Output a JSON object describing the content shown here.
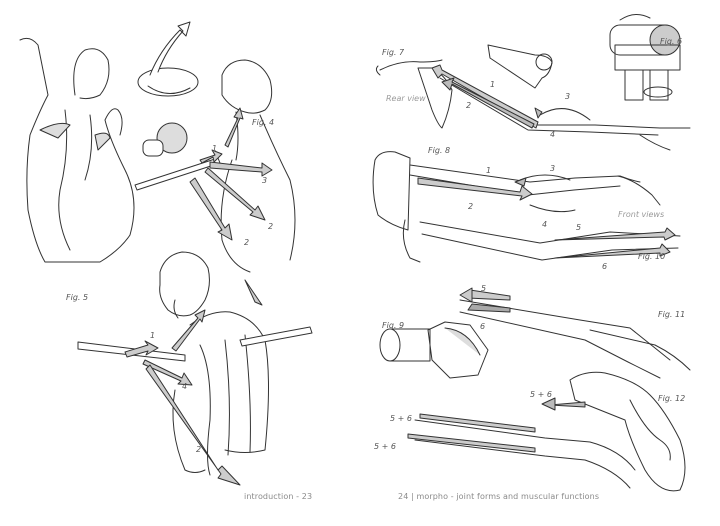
{
  "left_page": {
    "folio": "introduction - 23",
    "figures": [
      {
        "id": "fig4",
        "label": "Fig. 4",
        "callouts": [
          "1",
          "3",
          "2",
          "2"
        ]
      },
      {
        "id": "fig5",
        "label": "Fig. 5",
        "callouts": []
      },
      {
        "id": "fig-bottom",
        "label": "",
        "callouts": [
          "1",
          "4",
          "2"
        ]
      }
    ]
  },
  "right_page": {
    "folio": "24 | morpho - joint forms and muscular functions",
    "figures": [
      {
        "id": "fig6",
        "label": "Fig. 6",
        "callouts": []
      },
      {
        "id": "fig7",
        "label": "Fig. 7",
        "note": "Rear view",
        "callouts": [
          "1",
          "2",
          "3",
          "4"
        ]
      },
      {
        "id": "fig8",
        "label": "Fig. 8",
        "callouts": [
          "1",
          "2",
          "3",
          "4"
        ]
      },
      {
        "id": "fig10",
        "label": "Fig. 10",
        "note": "Front views",
        "callouts": [
          "5",
          "6"
        ]
      },
      {
        "id": "fig9",
        "label": "Fig. 9",
        "callouts": []
      },
      {
        "id": "fig11",
        "label": "Fig. 11",
        "callouts": [
          "5",
          "6"
        ]
      },
      {
        "id": "fig12",
        "label": "Fig. 12",
        "callouts": [
          "5 + 6"
        ]
      },
      {
        "id": "fig-bottom-hand",
        "label": "",
        "callouts": [
          "5 + 6",
          "5 + 6"
        ]
      }
    ]
  }
}
